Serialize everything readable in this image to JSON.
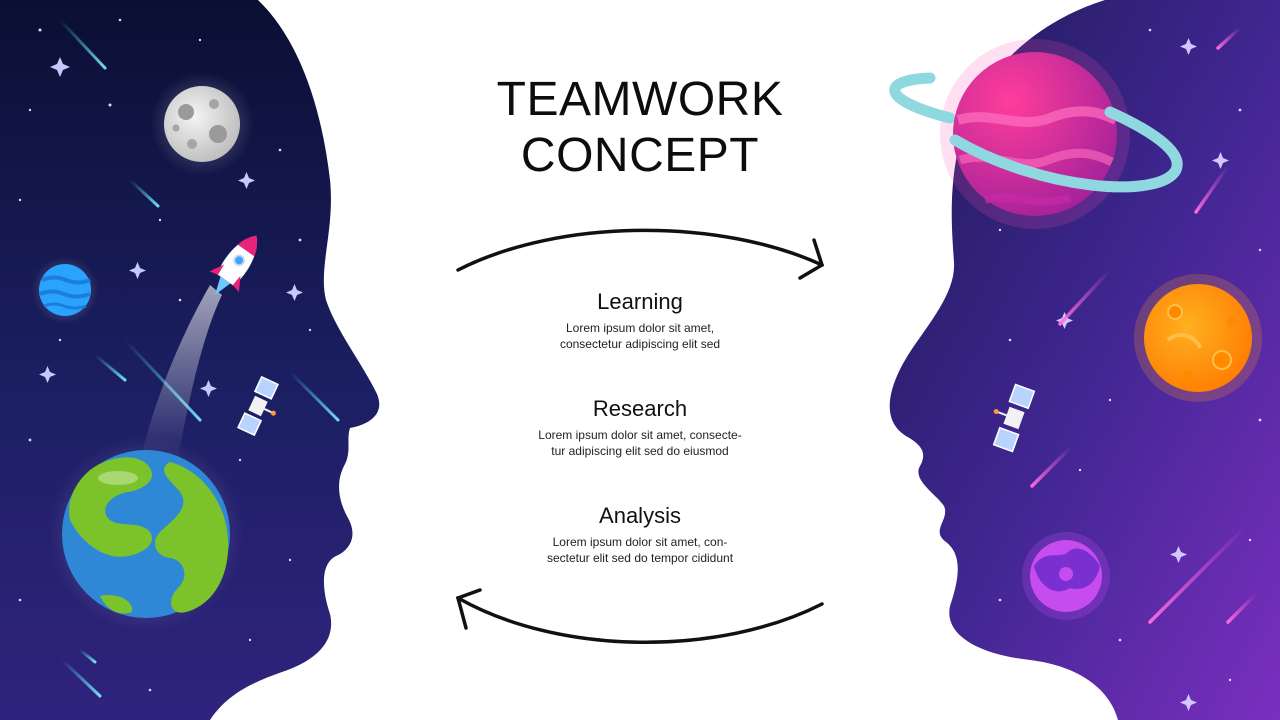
{
  "slide": {
    "title_line1": "TEAMWORK",
    "title_line2": "CONCEPT",
    "items": [
      {
        "heading": "Learning",
        "line1": "Lorem ipsum dolor sit amet,",
        "line2": "consectetur adipiscing elit sed"
      },
      {
        "heading": "Research",
        "line1": "Lorem ipsum dolor sit amet, consecte-",
        "line2": "tur adipiscing elit sed do eiusmod"
      },
      {
        "heading": "Analysis",
        "line1": "Lorem ipsum dolor sit amet, con-",
        "line2": "sectetur elit sed do tempor cididunt"
      }
    ]
  },
  "icons": {
    "left_head": "head-silhouette-left",
    "right_head": "head-silhouette-right",
    "moon": "moon-icon",
    "rocket": "rocket-icon",
    "earth": "earth-icon",
    "blue_planet": "blue-planet-icon",
    "satellite": "satellite-icon",
    "ringed_planet": "ringed-planet-icon",
    "orange_planet": "orange-planet-icon",
    "purple_planet": "purple-planet-icon",
    "arrow_top": "arrow-right-icon",
    "arrow_bottom": "arrow-left-icon"
  },
  "colors": {
    "left_space_top": "#0b0f33",
    "left_space_bottom": "#30237e",
    "right_space_top": "#241a5c",
    "right_space_bottom": "#6a2bb0",
    "text": "#0d0d0d"
  }
}
